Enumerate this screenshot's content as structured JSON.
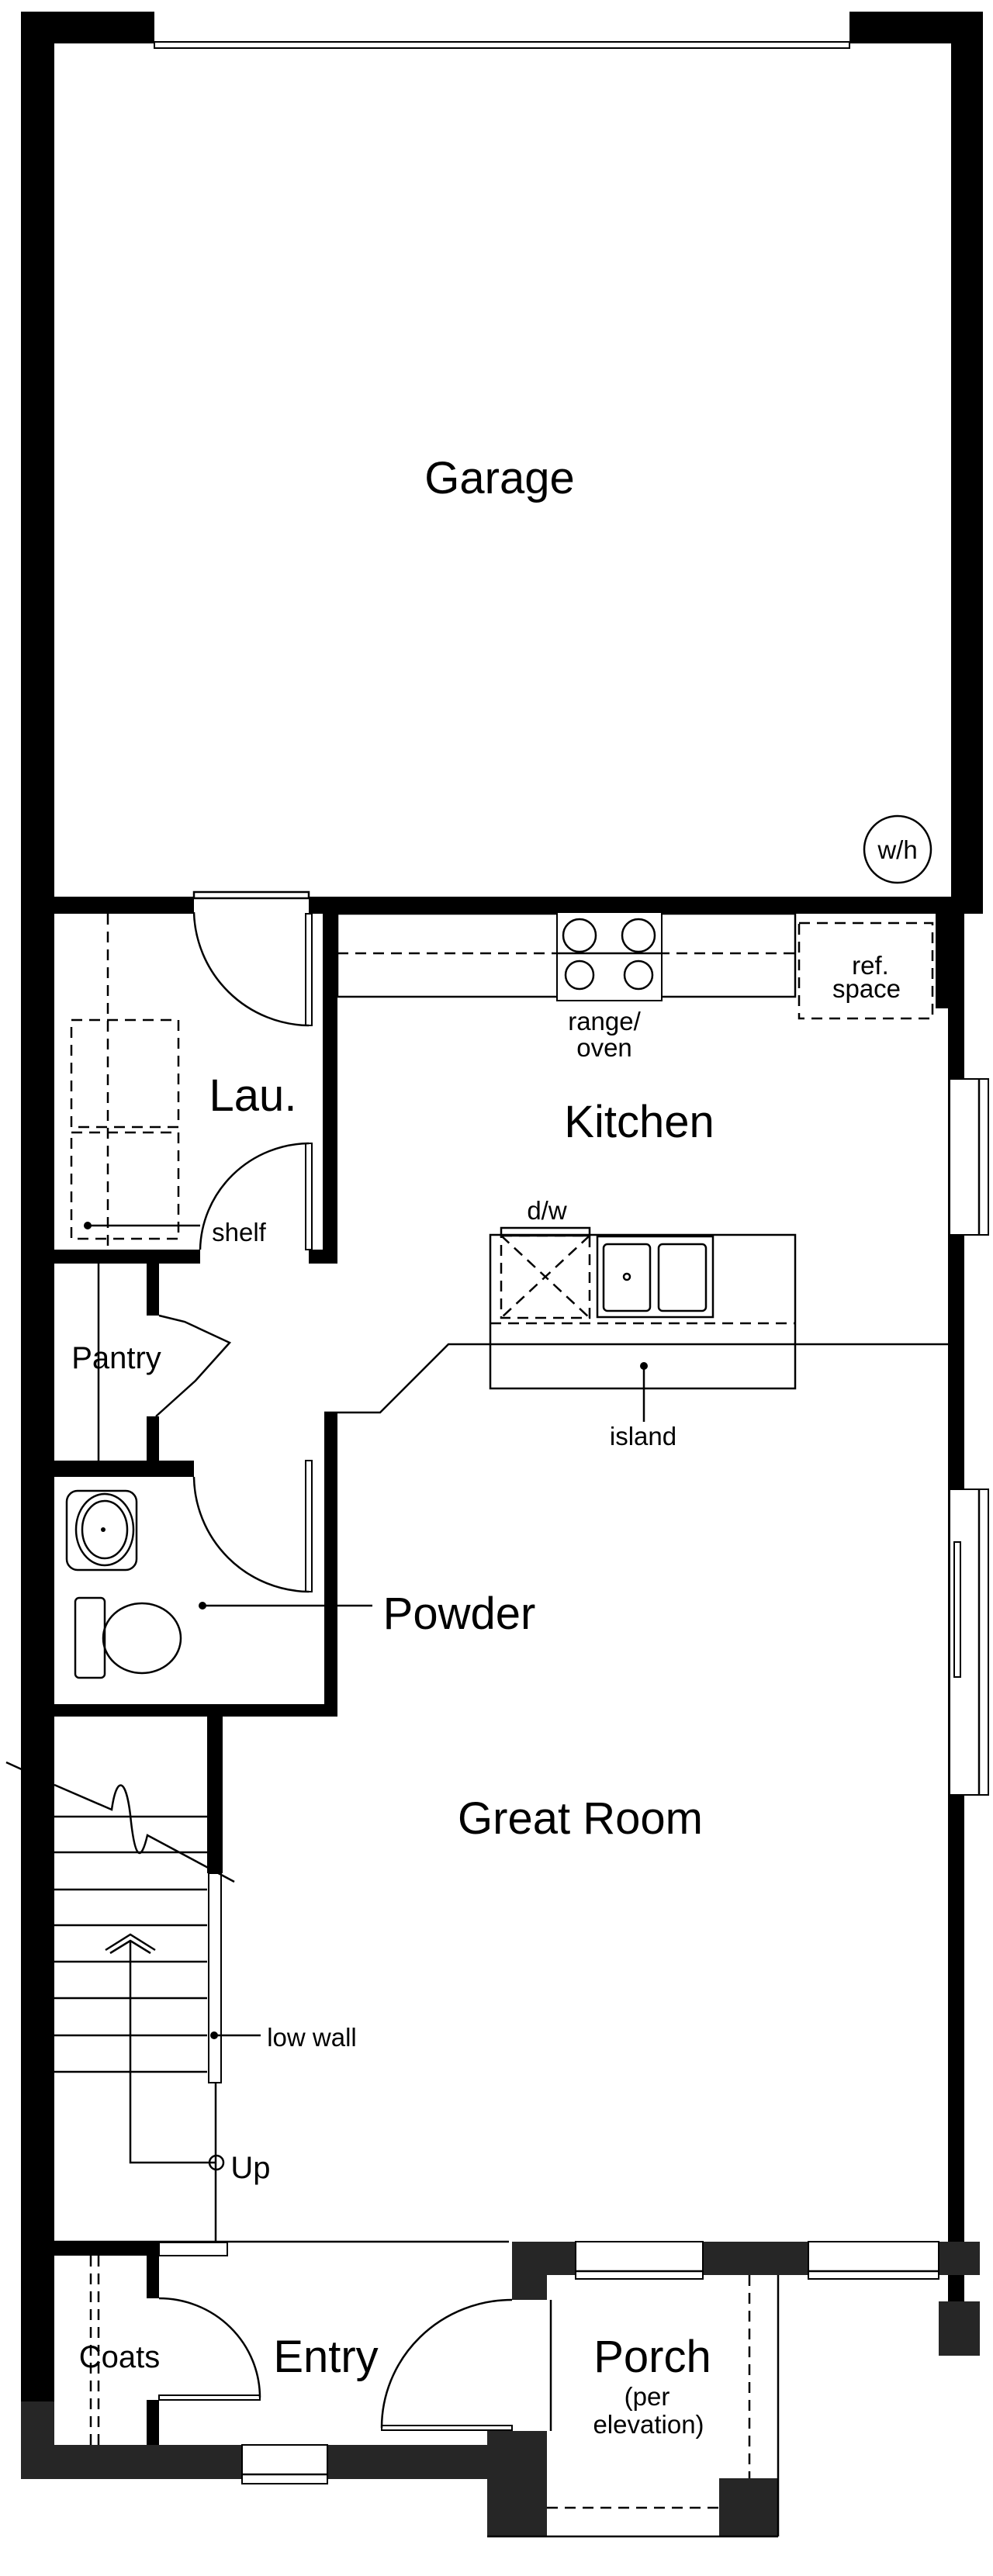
{
  "colors": {
    "wall": "#000000",
    "background": "#ffffff",
    "dark_wall": "#262626"
  },
  "rooms": {
    "garage": "Garage",
    "laundry": "Lau.",
    "kitchen": "Kitchen",
    "pantry": "Pantry",
    "powder": "Powder",
    "great_room": "Great Room",
    "coats": "Coats",
    "entry": "Entry",
    "porch": "Porch",
    "porch_note_1": "(per",
    "porch_note_2": "elevation)"
  },
  "fixtures": {
    "water_heater": "w/h",
    "range_1": "range/",
    "range_2": "oven",
    "ref_1": "ref.",
    "ref_2": "space",
    "dishwasher": "d/w",
    "island": "island",
    "shelf": "shelf",
    "low_wall": "low wall",
    "stairs_up": "Up"
  }
}
